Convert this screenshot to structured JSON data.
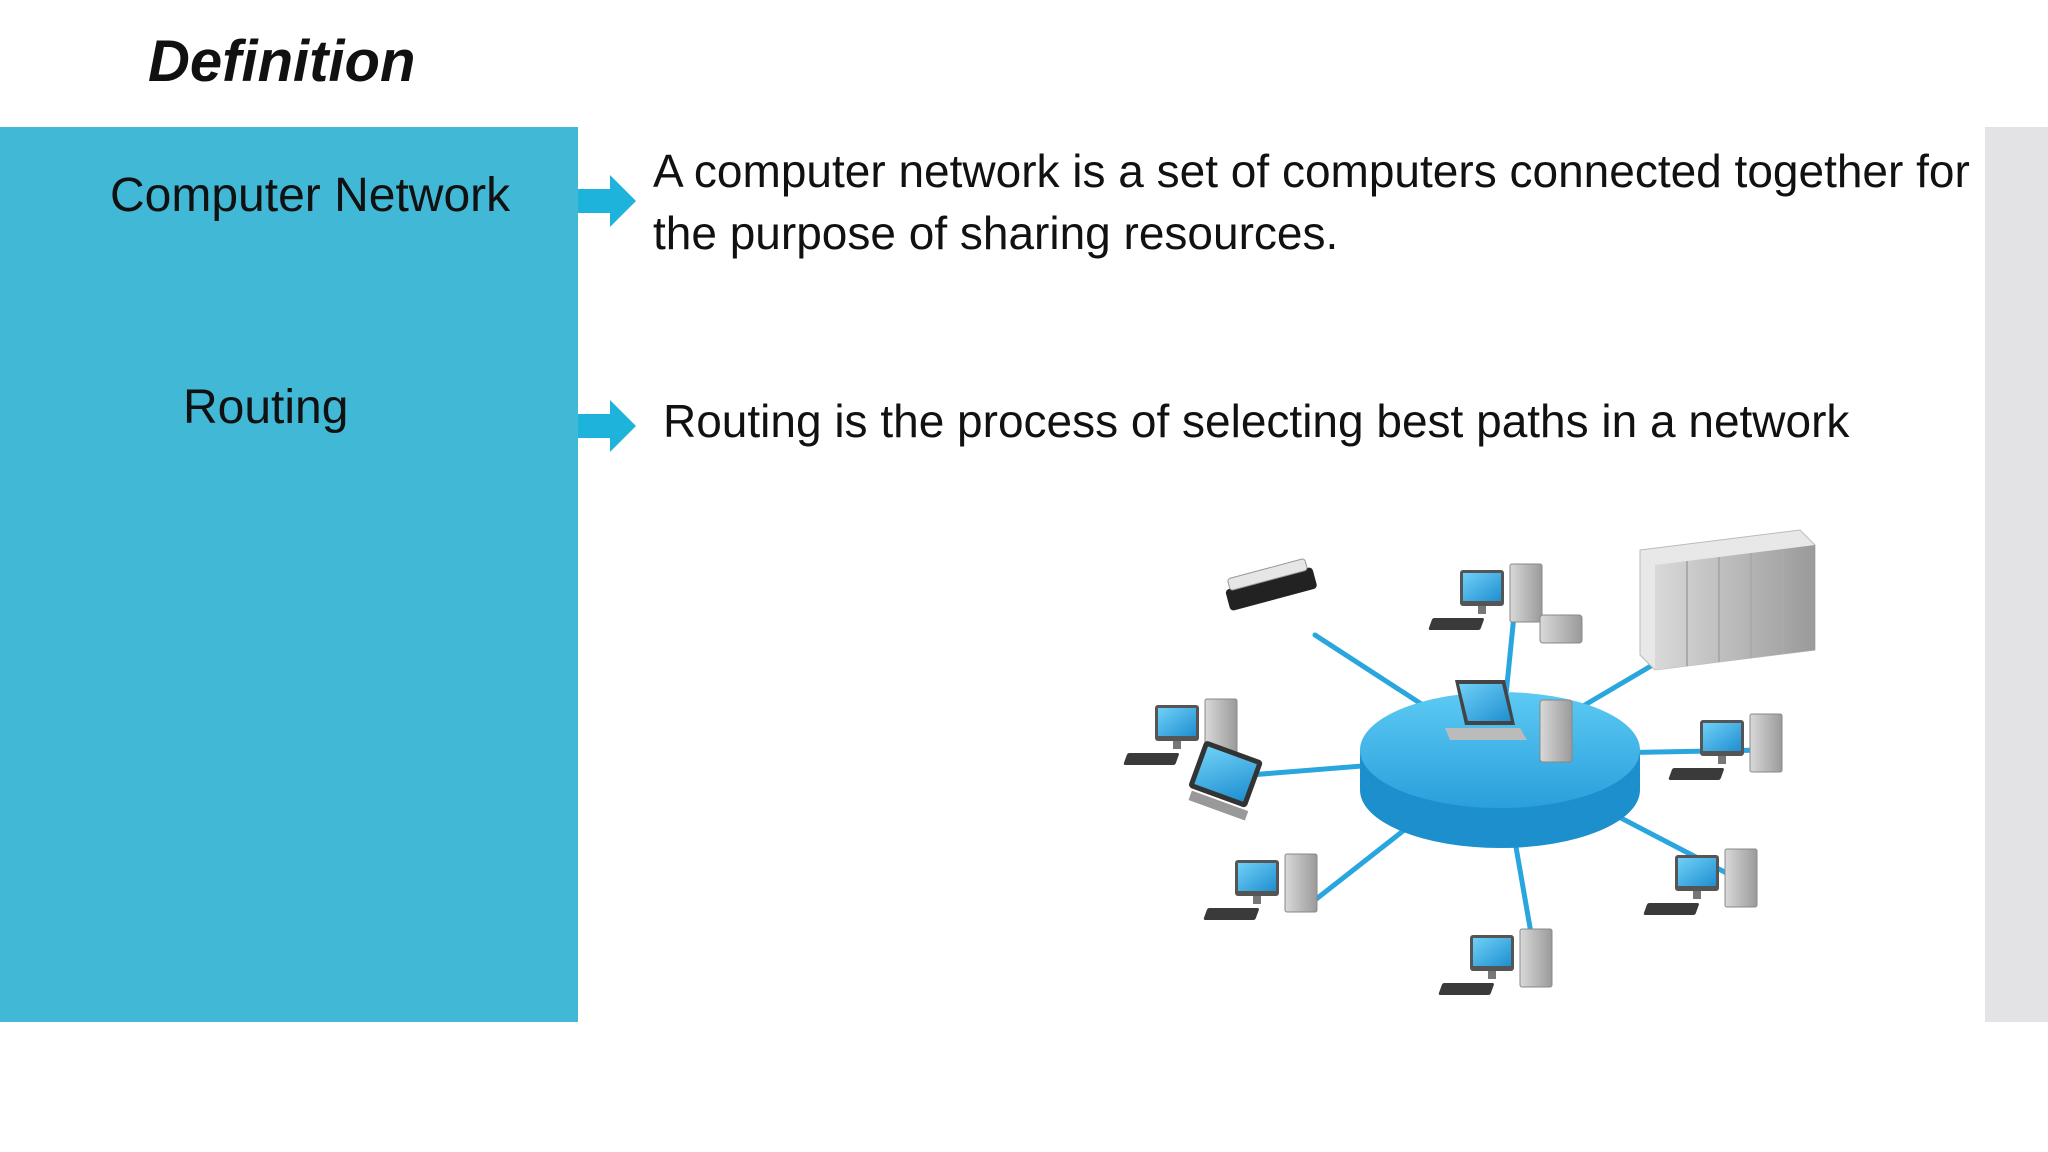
{
  "slide": {
    "title": "Definition"
  },
  "terms": [
    {
      "term": "Computer Network",
      "definition": "A computer network is a set of computers connected together for the purpose of sharing resources."
    },
    {
      "term": "Routing",
      "definition": "Routing is the process of selecting best paths in a network"
    }
  ],
  "colors": {
    "panel": "#41b8d5",
    "arrow": "#1eb3da",
    "hub": "#3ab0e8",
    "side_strip": "#e3e3e5"
  },
  "image": {
    "icon": "network-topology-icon"
  }
}
